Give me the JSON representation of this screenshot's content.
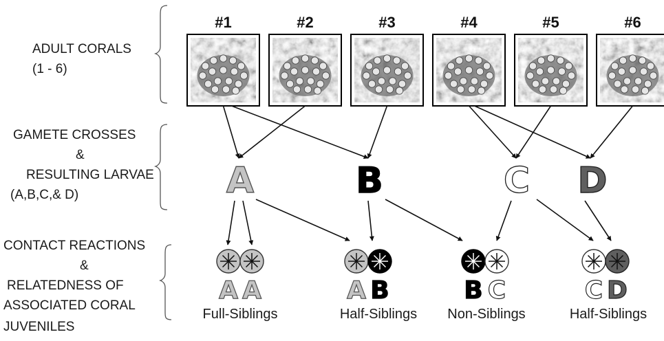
{
  "row_labels": {
    "adults": [
      "ADULT CORALS",
      "(1 - 6)"
    ],
    "crosses": [
      "GAMETE CROSSES",
      "&",
      "RESULTING LARVAE",
      "(A,B,C,& D)"
    ],
    "contact": [
      "CONTACT REACTIONS",
      "&",
      "RELATEDNESS OF",
      "ASSOCIATED CORAL",
      "JUVENILES"
    ]
  },
  "corals": [
    {
      "label": "#1"
    },
    {
      "label": "#2"
    },
    {
      "label": "#3"
    },
    {
      "label": "#4"
    },
    {
      "label": "#5"
    },
    {
      "label": "#6"
    }
  ],
  "larvae": [
    {
      "letter": "A",
      "style": "gray"
    },
    {
      "letter": "B",
      "style": "black"
    },
    {
      "letter": "C",
      "style": "white"
    },
    {
      "letter": "D",
      "style": "darkgray"
    }
  ],
  "crosses": [
    {
      "larva": "A",
      "parents": [
        "#1",
        "#2"
      ]
    },
    {
      "larva": "B",
      "parents": [
        "#1",
        "#3"
      ]
    },
    {
      "larva": "C",
      "parents": [
        "#4",
        "#5"
      ]
    },
    {
      "larva": "D",
      "parents": [
        "#4",
        "#6"
      ]
    }
  ],
  "pairs": [
    {
      "letters": [
        "A",
        "A"
      ],
      "relation": "Full-Siblings"
    },
    {
      "letters": [
        "A",
        "B"
      ],
      "relation": "Half-Siblings"
    },
    {
      "letters": [
        "B",
        "C"
      ],
      "relation": "Non-Siblings"
    },
    {
      "letters": [
        "C",
        "D"
      ],
      "relation": "Half-Siblings"
    }
  ],
  "colors": {
    "gray_fill": "#c4c4c4",
    "gray_stroke": "#555555",
    "black_fill": "#000000",
    "dark_fill": "#5f5f5f",
    "white_fill": "#ffffff",
    "line": "#111111"
  }
}
